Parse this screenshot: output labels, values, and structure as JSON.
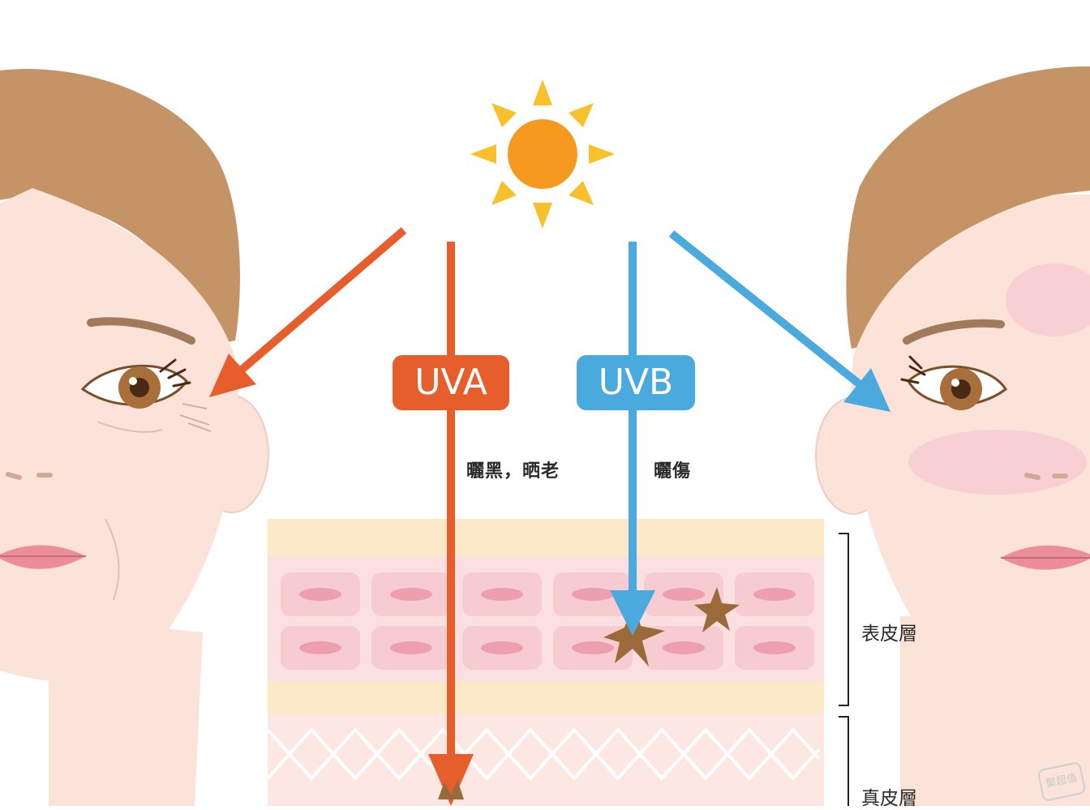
{
  "labels": {
    "uva": "UVA",
    "uvb": "UVB",
    "uva_effect": "曬黑，晒老",
    "uvb_effect": "曬傷",
    "epidermis": "表皮層",
    "dermis": "真皮層"
  },
  "watermark": "聚超值",
  "colors": {
    "uva": "#e65e2b",
    "uvb": "#4aa9dd",
    "sun_core": "#f59a1f",
    "sun_rays": "#f8c12b",
    "hair": "#c49366",
    "skin": "#fbe3d9",
    "epidermis_top": "#fce9c8",
    "cell": "#f6ccd0",
    "nucleus": "#ee9fae",
    "damage_star": "#9b6a3a"
  }
}
